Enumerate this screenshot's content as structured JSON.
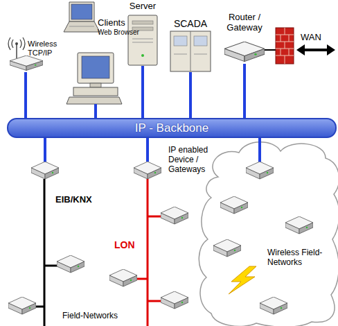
{
  "diagram": {
    "nodes": [
      {
        "text": [
          "Wireless TCP/IP"
        ]
      },
      {
        "text": [
          "Clients Web Browser"
        ]
      },
      {
        "text": [
          "Server"
        ]
      },
      {
        "text": [
          "SCADA"
        ]
      },
      {
        "text": [
          "Router / Gateway"
        ]
      },
      {
        "text": [
          "IP - Backbone"
        ]
      },
      {
        "text": [
          "IP enabled Device / Gateways"
        ]
      }
    ],
    "edges": [
      {
        "from": 0,
        "to": 5,
        "arrow": "none"
      },
      {
        "from": 1,
        "to": 5,
        "arrow": "none"
      },
      {
        "from": 2,
        "to": 5,
        "arrow": "none"
      },
      {
        "from": 3,
        "to": 5,
        "arrow": "none"
      },
      {
        "from": 4,
        "to": 5,
        "arrow": "none"
      },
      {
        "from": 5,
        "to": 6,
        "arrow": "none"
      }
    ],
    "labels": [
      "WAN",
      "EIB/KNX",
      "LON",
      "Wireless Field-Networks",
      "Field-Networks"
    ]
  }
}
